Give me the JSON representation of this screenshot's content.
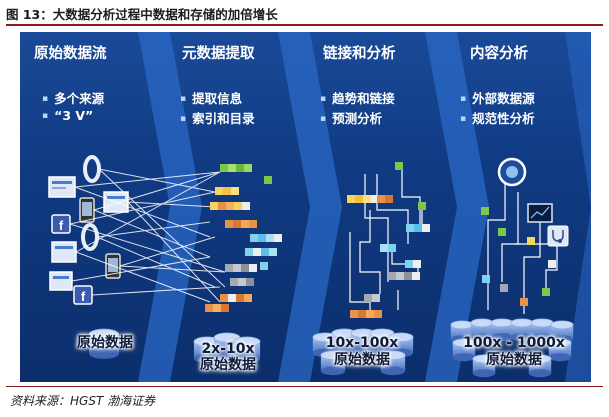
{
  "caption": "图 13：大数据分析过程中数据和存储的加倍增长",
  "source": "资料来源：HGST 渤海证券",
  "columns": [
    {
      "title": "原始数据流",
      "bullets": [
        "多个来源",
        "“3 V”"
      ],
      "storage": "原始数据"
    },
    {
      "title": "元数据提取",
      "bullets": [
        "提取信息",
        "索引和目录"
      ],
      "storage_line1": "2x-10x",
      "storage_line2": "原始数据"
    },
    {
      "title": "链接和分析",
      "bullets": [
        "趋势和链接",
        "预测分析"
      ],
      "storage_line1": "10x-100x",
      "storage_line2": "原始数据"
    },
    {
      "title": "内容分析",
      "bullets": [
        "外部数据源",
        "规范性分析"
      ],
      "storage_line1": "100x - 1000x",
      "storage_line2": "原始数据"
    }
  ],
  "colors": {
    "panel_top": "#1a4a98",
    "panel_bottom": "#0c2e6c",
    "chevron": "#2f73d2",
    "yellow": "#f6d35c",
    "orange": "#e89248",
    "green": "#7cc84a",
    "cyan": "#7fd1ee",
    "gray": "#a4a8b0",
    "white": "#eeeeee",
    "disk": "#6f95d8"
  },
  "icons": [
    "facebook-icon",
    "ring-icon",
    "mobile-phone-icon",
    "web-page-icon",
    "eagle-seal-icon",
    "chart-screen-icon",
    "stethoscope-icon",
    "database-icon"
  ]
}
